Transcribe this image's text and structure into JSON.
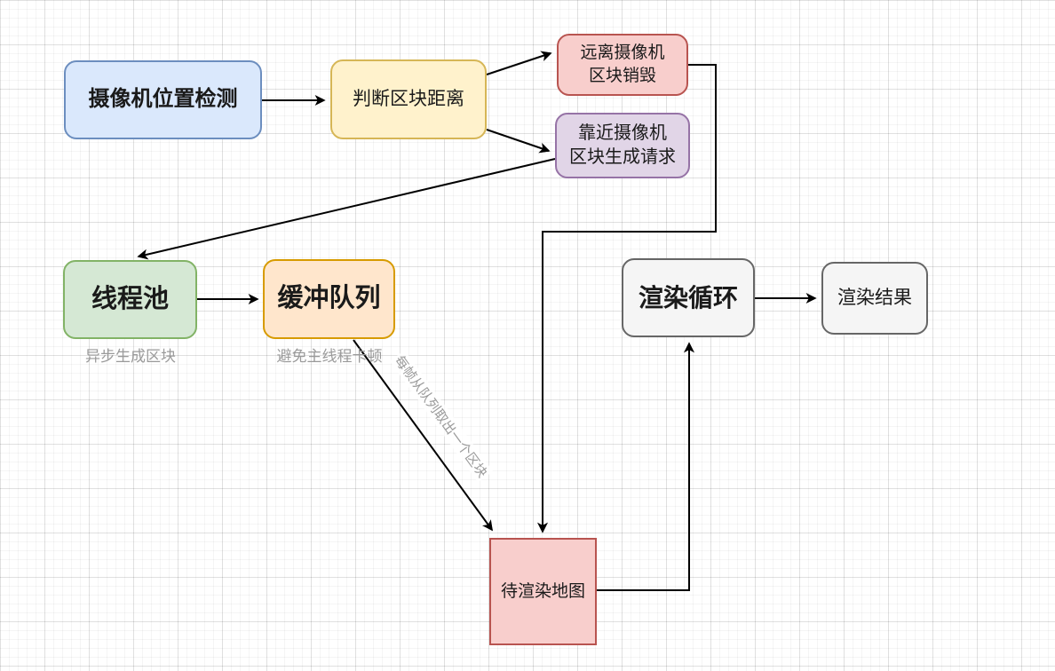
{
  "diagram": {
    "nodes": {
      "camera_detect": {
        "label": "摄像机位置检测",
        "fill": "#dae8fc",
        "stroke": "#6c8ebf",
        "emphasis": true
      },
      "judge_distance": {
        "label": "判断区块距离",
        "fill": "#fff2cc",
        "stroke": "#d6b656",
        "emphasis": false
      },
      "destroy_far": {
        "label": "远离摄像机\n区块销毁",
        "fill": "#f8cecc",
        "stroke": "#b85450",
        "emphasis": false
      },
      "generate_request": {
        "label": "靠近摄像机\n区块生成请求",
        "fill": "#e1d5e7",
        "stroke": "#9673a6",
        "emphasis": false
      },
      "thread_pool": {
        "label": "线程池",
        "note": "异步生成区块",
        "fill": "#d5e8d4",
        "stroke": "#82b366",
        "emphasis": true
      },
      "buffer_queue": {
        "label": "缓冲队列",
        "note": "避免主线程卡顿",
        "fill": "#ffe6cc",
        "stroke": "#d79b00",
        "emphasis": true
      },
      "render_map": {
        "label": "待渲染地图",
        "fill": "#f8cecc",
        "stroke": "#b85450",
        "emphasis": false
      },
      "render_loop": {
        "label": "渲染循环",
        "fill": "#f5f5f5",
        "stroke": "#666666",
        "emphasis": true
      },
      "render_result": {
        "label": "渲染结果",
        "fill": "#f5f5f5",
        "stroke": "#666666",
        "emphasis": false
      }
    },
    "edge_labels": {
      "dequeue": "每帧从队列取出一个区块"
    },
    "edges": [
      {
        "from": "camera_detect",
        "to": "judge_distance"
      },
      {
        "from": "judge_distance",
        "to": "destroy_far"
      },
      {
        "from": "judge_distance",
        "to": "generate_request"
      },
      {
        "from": "generate_request",
        "to": "thread_pool"
      },
      {
        "from": "thread_pool",
        "to": "buffer_queue"
      },
      {
        "from": "buffer_queue",
        "to": "render_map",
        "label": "每帧从队列取出一个区块"
      },
      {
        "from": "destroy_far",
        "to": "render_map"
      },
      {
        "from": "render_map",
        "to": "render_loop"
      },
      {
        "from": "render_loop",
        "to": "render_result"
      }
    ],
    "caption_color": "#9a9a9a",
    "edge_color": "#000000",
    "grid_color": "#ececec"
  }
}
